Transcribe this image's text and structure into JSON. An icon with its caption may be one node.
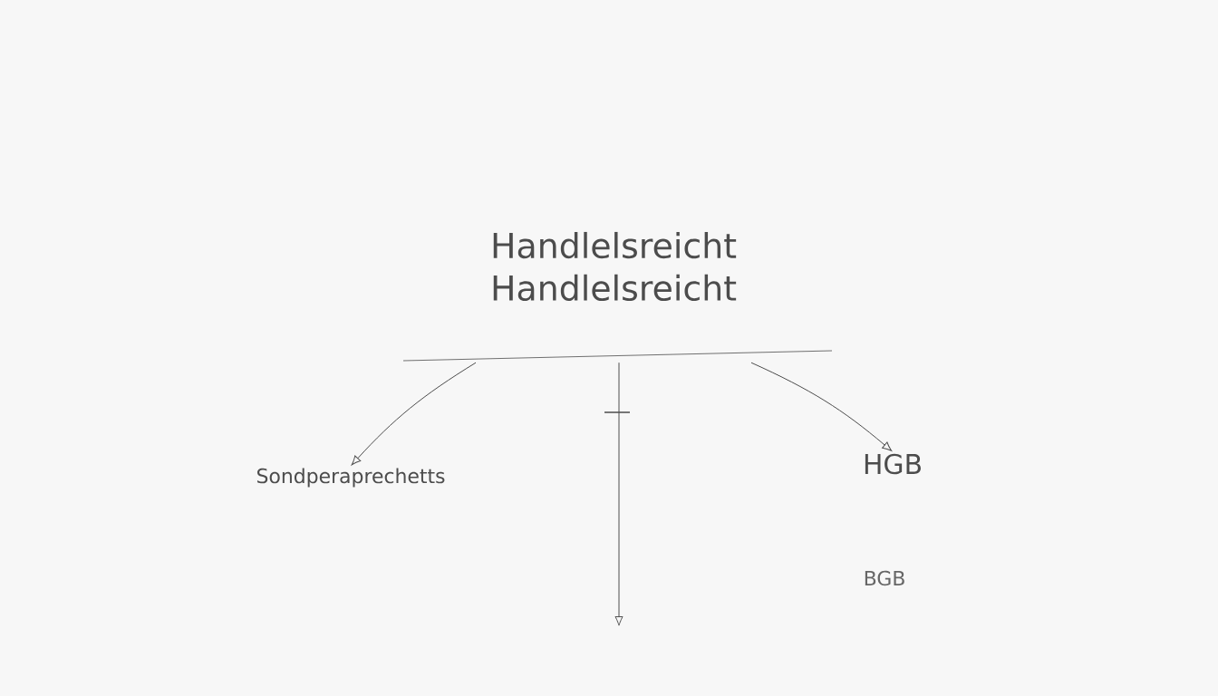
{
  "diagram": {
    "nodes": [
      {
        "text": [
          "Handlelsreicht",
          "Handlelsreicht"
        ]
      },
      {
        "text": [
          "Sondperaprechetts"
        ]
      },
      {
        "text": [
          "HGB"
        ]
      }
    ],
    "edges": [
      {
        "from": 0,
        "to": 1,
        "arrow": "to"
      },
      {
        "from": 0,
        "to": null,
        "arrow": "to"
      },
      {
        "from": 0,
        "to": 2,
        "arrow": "to"
      }
    ],
    "labels": [
      "BGB"
    ]
  }
}
